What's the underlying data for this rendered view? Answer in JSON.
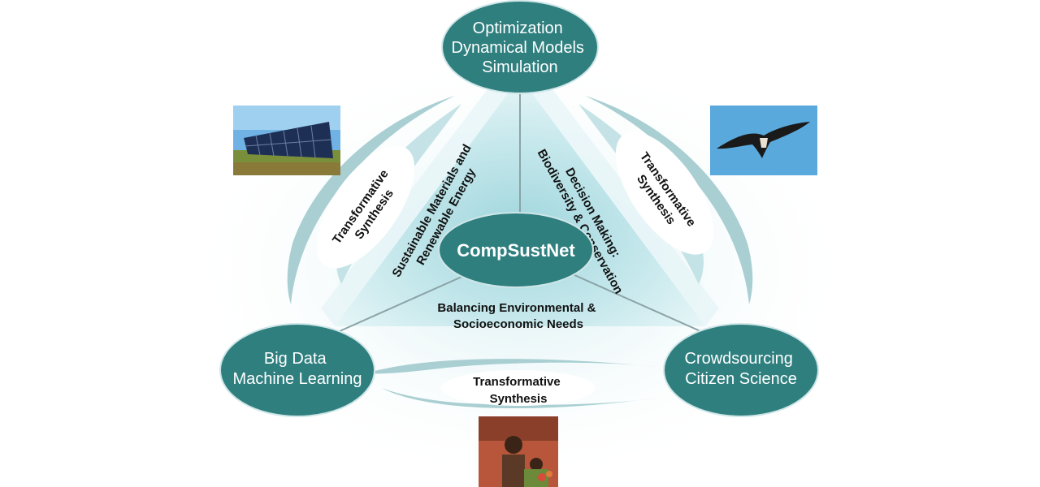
{
  "nodes": {
    "top": {
      "lines": [
        "Optimization",
        "Dynamical Models",
        "Simulation"
      ]
    },
    "left": {
      "lines": [
        "Big Data",
        "Machine Learning"
      ]
    },
    "right": {
      "lines": [
        "Crowdsourcing",
        "Citizen Science"
      ]
    },
    "center": {
      "label": "CompSustNet"
    }
  },
  "side_labels": {
    "left": [
      "Sustainable Materials and",
      "Renewable Energy"
    ],
    "right": [
      "Decision Making:",
      "Biodiversity & Conservation"
    ],
    "bottom": [
      "Balancing Environmental &",
      "Socioeconomic Needs"
    ]
  },
  "synthesis_labels": {
    "left": [
      "Transformative",
      "Synthesis"
    ],
    "right": [
      "Transformative",
      "Synthesis"
    ],
    "bottom": [
      "Transformative",
      "Synthesis"
    ]
  },
  "photos": {
    "left": "solar-panels-photo",
    "right": "condor-photo",
    "bottom": "people-photo"
  },
  "colors": {
    "node_fill": "#2f7f7f",
    "triangle_light": "#d9f1f3",
    "triangle_mid": "#9fd6dd",
    "arrow": "#a9cfd2",
    "line": "#8aa3a6"
  }
}
